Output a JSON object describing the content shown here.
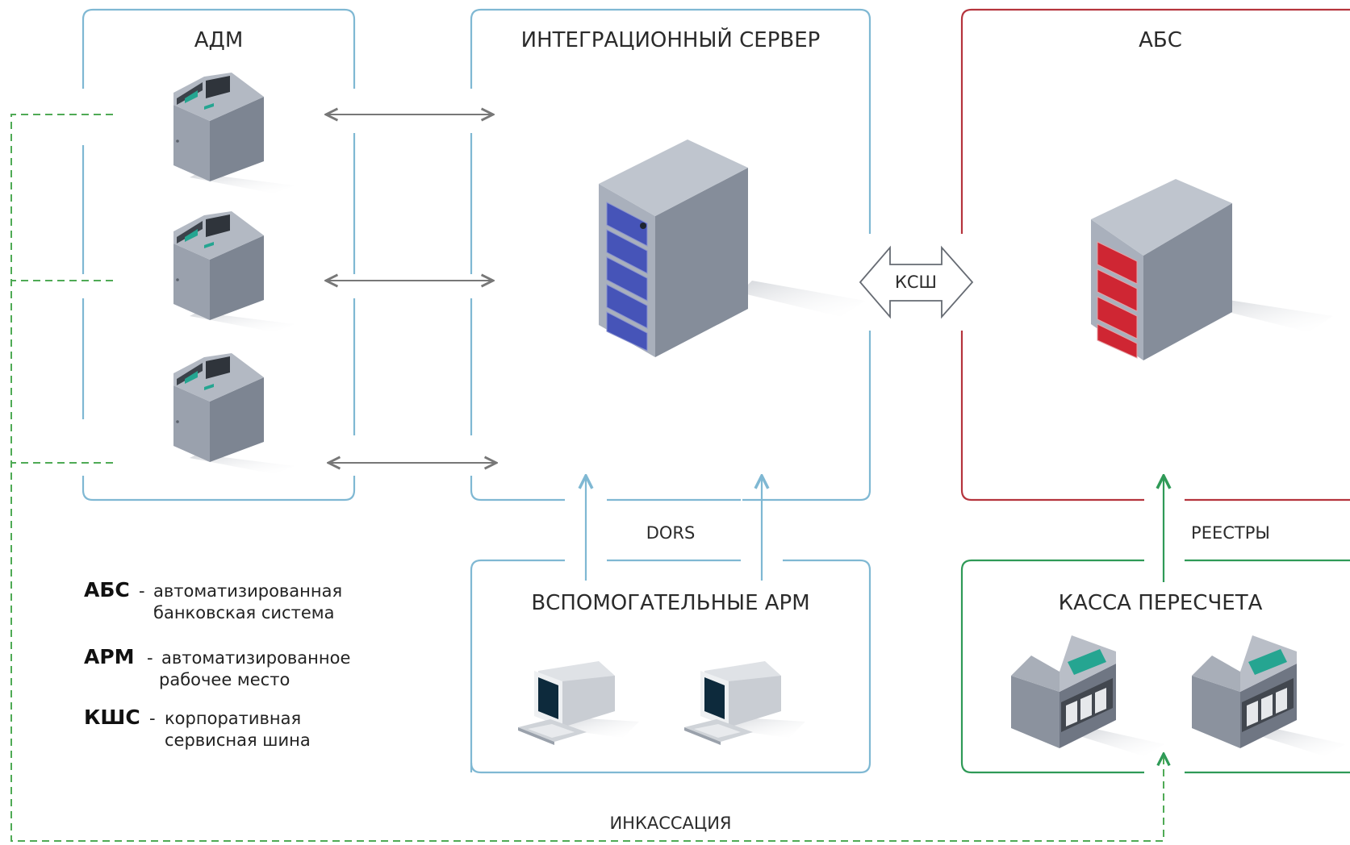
{
  "colors": {
    "blue_frame": "#7fb8d3",
    "red_frame": "#b5343d",
    "green_frame": "#2f9a57",
    "green_dashed": "#4faa55",
    "arrow_gray": "#777777",
    "device_gray": "#a6adb9",
    "screen_teal": "#25a591",
    "rack_blue": "#4654b8",
    "rack_red": "#cf2633"
  },
  "groups": {
    "adm": {
      "title": "АДМ"
    },
    "integration_server": {
      "title": "ИНТЕГРАЦИОННЫЙ СЕРВЕР"
    },
    "abs": {
      "title": "АБС"
    },
    "aux_workstations": {
      "title": "ВСПОМОГАТЕЛЬНЫЕ АРМ"
    },
    "cash_counting": {
      "title": "КАССА ПЕРЕСЧЕТА"
    }
  },
  "connectors": {
    "bus": "КСШ",
    "dors": "DORS",
    "registers": "РЕЕСТРЫ",
    "collection": "ИНКАССАЦИЯ"
  },
  "legend": [
    {
      "abbr": "АБС",
      "sep": "-",
      "line1": "автоматизированная",
      "line2": "банковская система"
    },
    {
      "abbr": "АРМ",
      "sep": "-",
      "line1": "автоматизированное",
      "line2": "рабочее место"
    },
    {
      "abbr": "КШС",
      "sep": "-",
      "line1": "корпоративная",
      "line2": "сервисная шина"
    }
  ]
}
